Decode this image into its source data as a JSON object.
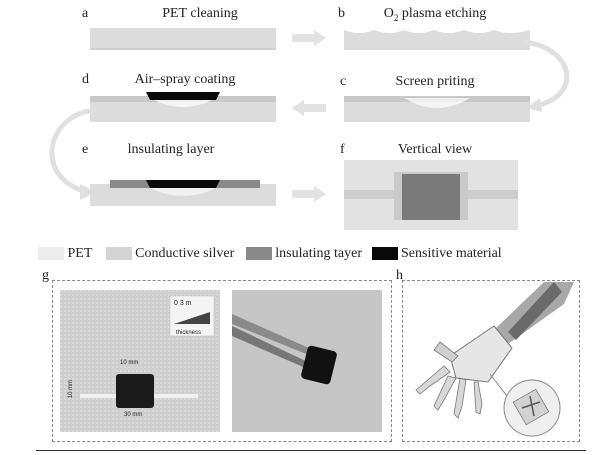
{
  "panels": [
    {
      "letter": "a",
      "title": "PET cleaning"
    },
    {
      "letter": "b",
      "title_prefix": "O",
      "title_sub": "2",
      "title_rest": " plasma etching"
    },
    {
      "letter": "c",
      "title": "Screen priting"
    },
    {
      "letter": "d",
      "title": "Air–spray coating"
    },
    {
      "letter": "e",
      "title": "lnsulating layer"
    },
    {
      "letter": "f",
      "title": "Vertical view"
    }
  ],
  "legend": [
    {
      "label": "PET",
      "color": "#ececec"
    },
    {
      "label": "Conductive silver",
      "color": "#d4d4d4"
    },
    {
      "label": "lnsulating tayer",
      "color": "#8a8a8a"
    },
    {
      "label": "Sensitive material",
      "color": "#0a0a0a"
    }
  ],
  "photo_panels": {
    "g_letter": "g",
    "h_letter": "h",
    "g1": {
      "scale_values": "0  3  m",
      "scale_unit": "thickness",
      "width_label": "10 mm",
      "height_label": "10 mm",
      "bottom_label": "30 mm"
    }
  },
  "colors": {
    "pet": "#dcdcdc",
    "silver": "#c4c4c4",
    "insulating": "#6e6e6e",
    "sensitive": "#0a0a0a",
    "arrow": "#e2e2e2"
  }
}
